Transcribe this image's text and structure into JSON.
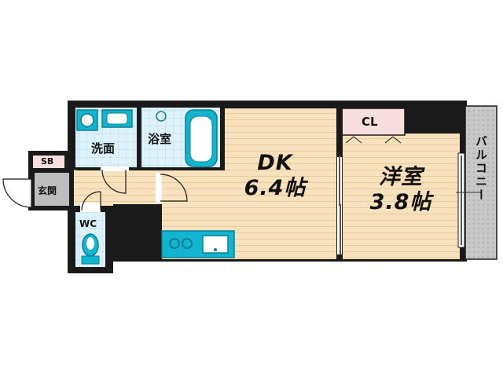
{
  "rooms": {
    "dk": {
      "name": "DK",
      "size": "6.4帖"
    },
    "western": {
      "name": "洋室",
      "size": "3.8帖"
    },
    "closet": "CL",
    "bath": "浴室",
    "washroom": "洗面",
    "toilet": "WC",
    "entrance": "玄関",
    "shoe_box": "SB",
    "balcony": "バルコニー"
  },
  "colors": {
    "wall": "#1a1a1a",
    "floor_wood": "#f8e1bd",
    "floor_tile": "#dff2fb",
    "fixture": "#12b5cf",
    "closet": "#f8dede",
    "balcony": "#c8c8c8",
    "entrance": "#bdbdbd"
  }
}
